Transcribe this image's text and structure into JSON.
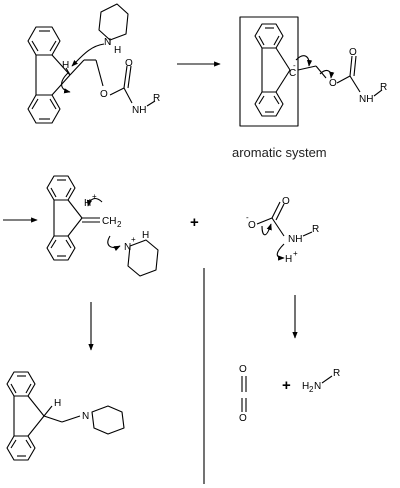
{
  "labels": {
    "caption": "aromatic system",
    "plus": "+",
    "atom_N": "N",
    "atom_H": "H",
    "atom_O": "O",
    "atom_C": "C",
    "atom_R": "R",
    "ch2": "CH",
    "sub2": "2",
    "nh": "NH",
    "h2n": "H",
    "sub_h2": "2",
    "n_after_h2": "N",
    "oxy_minus": "O",
    "charge_plus": "+",
    "charge_minus": "-"
  },
  "colors": {
    "ink": "#000000",
    "background": "#ffffff"
  }
}
